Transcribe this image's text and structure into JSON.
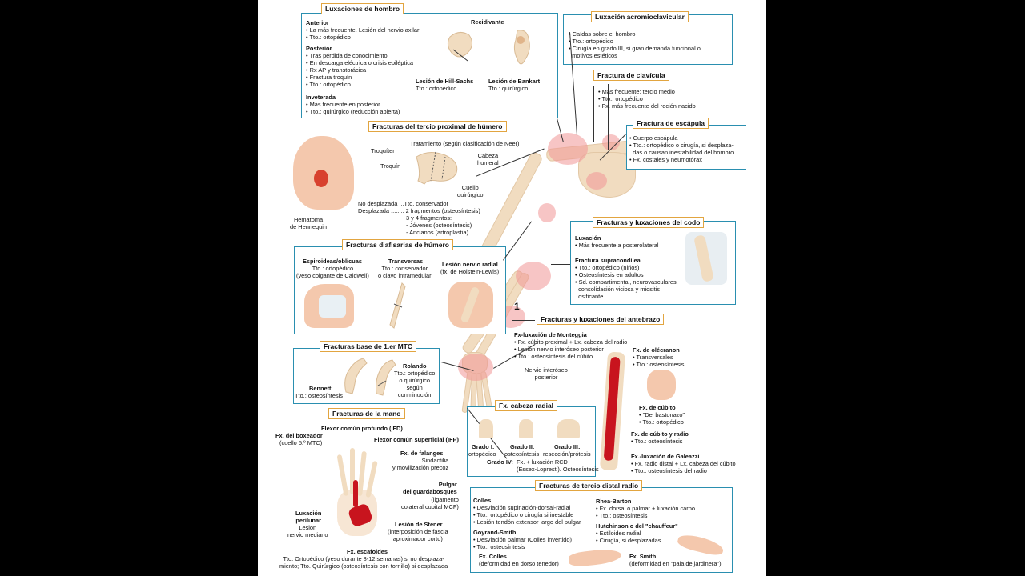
{
  "hombro": {
    "title": "Luxaciones de hombro",
    "anterior_h": "Anterior",
    "anterior": "• La más frecuente. Lesión del nervio axilar\n• Tto.: ortopédico",
    "posterior_h": "Posterior",
    "posterior": "• Tras pérdida de conocimiento\n• En descarga eléctrica o crisis epiléptica\n• Rx AP y transtorácica\n• Fractura troquín\n• Tto.: ortopédico",
    "inveterada_h": "Inveterada",
    "inveterada": "• Más frecuente en posterior\n• Tto.: quirúrgico (reducción abierta)",
    "recidivante": "Recidivante",
    "hill_h": "Lesión de Hill-Sachs",
    "hill": "Tto.: ortopédico",
    "bankart_h": "Lesión de Bankart",
    "bankart": "Tto.: quirúrgico"
  },
  "acromio": {
    "title": "Luxación acromioclavicular",
    "text": "• Caídas sobre el hombro\n• Tto.: ortopédico\n• Cirugía en grado III, si gran demanda funcional o\n  motivos estéticos"
  },
  "clavicula": {
    "title": "Fractura de clavícula",
    "text": "• Más frecuente: tercio medio\n• Tto.: ortopédico\n• Fx. más frecuente del recién nacido"
  },
  "escapula": {
    "title": "Fractura de escápula",
    "text": "• Cuerpo escápula\n• Tto.: ortopédico o cirugía, si desplaza-\n  das o causan inestabilidad del hombro\n• Fx. costales y neumotórax"
  },
  "proximal": {
    "title": "Fracturas del tercio proximal de húmero",
    "neer": "Tratamiento (según clasificación de Neer)",
    "troquiter": "Troquíter",
    "troquin": "Troquín",
    "cabeza": "Cabeza\nhumeral",
    "cuello": "Cuello\nquirúrgico",
    "hematoma": "Hematoma\nde Hennequin",
    "no_desplazada": "No desplazada ...Tto. conservador",
    "desplazada": "Desplazada ........ 2 fragmentos (osteosíntesis)",
    "frag": "3 y 4 fragmentos:\n- Jóvenes (osteosíntesis)\n- Ancianos (artroplastia)"
  },
  "diafisarias": {
    "title": "Fracturas diafisarias de húmero",
    "espiro_h": "Espiroideas/oblicuas",
    "espiro": "Tto.: ortopédico\n(yeso colgante de Caldwell)",
    "trans_h": "Transversas",
    "trans": "Tto.: conservador\no clavo intramedular",
    "radial_h": "Lesión nervio radial",
    "radial": "(fx. de Holstein-Lewis)"
  },
  "codo": {
    "title": "Fracturas y luxaciones del codo",
    "lux_h": "Luxación",
    "lux": "• Más frecuente a posterolateral",
    "supra_h": "Fractura supracondílea",
    "supra": "• Tto.: ortopédico (niños)\n• Osteosíntesis en adultos\n• Sd. compartimental, neurovasculares,\n  consolidación viciosa y miositis\n  osificante"
  },
  "antebrazo": {
    "title": "Fracturas y luxaciones del antebrazo",
    "marker": "1",
    "monteggia_h": "Fx-luxación de Monteggia",
    "monteggia": "• Fx. cúbito proximal + Lx. cabeza del radio\n• Lesión nervio interóseo posterior\n• Tto.: osteosíntesis del cúbito",
    "olecranon_h": "Fx. de olécranon",
    "olecranon": "• Transversales\n• Tto.: osteosíntesis",
    "interoseo": "Nervio interóseo\nposterior",
    "cubito_h": "Fx. de cúbito",
    "cubito": "• \"Del bastonazo\"\n• Tto.: ortopédico",
    "cr_h": "Fx. de cúbito y radio",
    "cr": "• Tto.: osteosíntesis",
    "galeazzi_h": "Fx.-luxación de Galeazzi",
    "galeazzi": "• Fx. radio distal + Lx. cabeza del cúbito\n• Tto.: osteosíntesis del radio"
  },
  "mtc": {
    "title": "Fracturas base de 1.er MTC",
    "rolando_h": "Rolando",
    "rolando": "Tto.: ortopédico\no quirúrgico\nsegún\nconminución",
    "bennett_h": "Bennett",
    "bennett": "Tto.: osteosíntesis"
  },
  "mano": {
    "title": "Fracturas de la mano",
    "fcp": "Flexor común profundo (IFD)",
    "fcs": "Flexor común superficial (IFP)",
    "boxeador_h": "Fx. del boxeador",
    "boxeador": "(cuello 5.º MTC)",
    "falanges_h": "Fx. de falanges",
    "falanges": "Sindactilia\ny movilización precoz",
    "pulgar_h": "Pulgar\ndel guardabosques",
    "pulgar": "(ligamento\ncolateral cubital MCF)",
    "perilunar_h": "Luxación\nperilunar",
    "perilunar": "Lesión\nnervio mediano",
    "stener_h": "Lesión de Stener",
    "stener": "(interposición de fascia\naproximador corto)",
    "escafoides_h": "Fx. escafoides",
    "escafoides": "Tto. Ortopédico (yeso durante 8-12 semanas) si no desplaza-\nmiento; Tto. Quirúrgico (osteosíntesis con tornillo) si desplazada"
  },
  "cabeza_radial": {
    "title": "Fx. cabeza radial",
    "g1_h": "Grado I:",
    "g1": "ortopédico",
    "g2_h": "Grado II:",
    "g2": "osteosíntesis",
    "g3_h": "Grado III:",
    "g3": "resección/prótesis",
    "g4_h": "Grado IV:",
    "g4": "Fx. + luxación RCD\n(Essex-Lopresti). Osteosíntesis"
  },
  "distal": {
    "title": "Fracturas de tercio distal radio",
    "colles_h": "Colles",
    "colles": "• Desviación supinación-dorsal-radial\n• Tto.: ortopédico o cirugía si inestable\n• Lesión tendón extensor largo del pulgar",
    "goyrand_h": "Goyrand-Smith",
    "goyrand": "• Desviación palmar (Colles invertido)\n• Tto.: osteosíntesis",
    "fxcolles_h": "Fx. Colles",
    "fxcolles": "(deformidad en dorso tenedor)",
    "rhea_h": "Rhea-Barton",
    "rhea": "• Fx. dorsal o palmar + luxación carpo\n• Tto.: osteosíntesis",
    "hutch_h": "Hutchinson o del \"chauffeur\"",
    "hutch": "• Estiloides radial\n• Cirugía, si desplazadas",
    "smith_h": "Fx. Smith",
    "smith": "(deformidad en \"pala de jardinera\")"
  },
  "colors": {
    "box_border": "#2a8fb0",
    "tag_border": "#e2a540",
    "bone": "#f1dcc0",
    "highlight": "#f09696",
    "muscle": "#c8141e"
  }
}
